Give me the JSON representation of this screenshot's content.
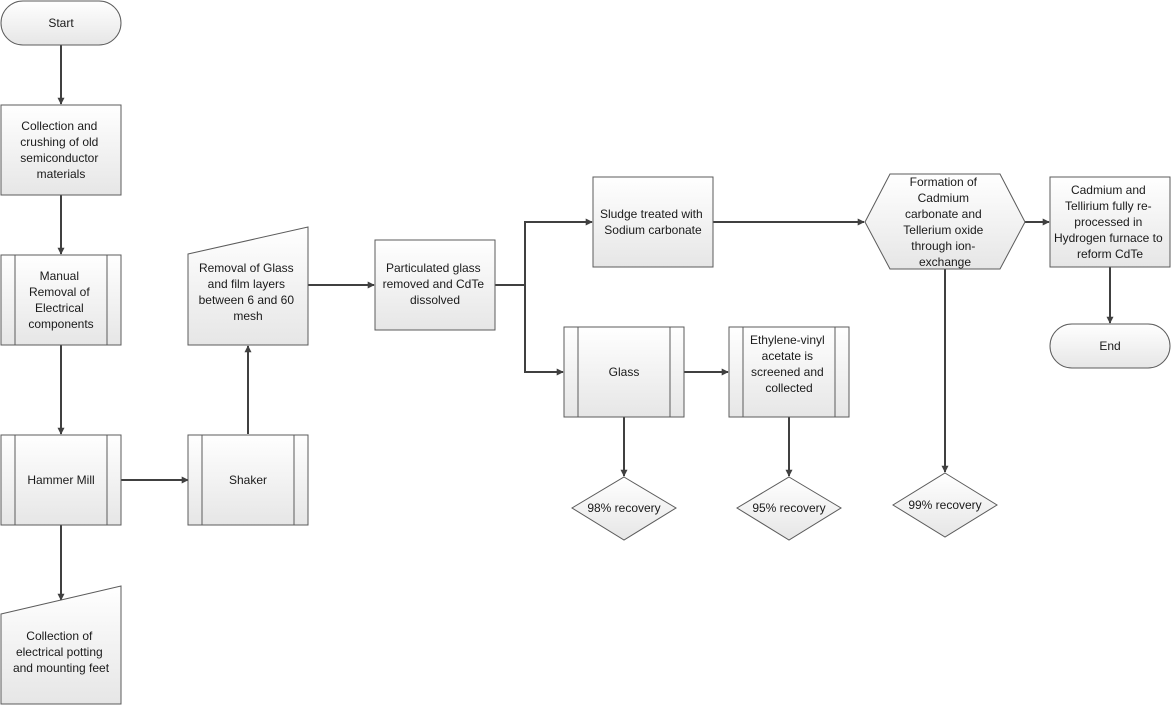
{
  "nodes": {
    "start": {
      "text": "Start"
    },
    "collection": {
      "text": [
        "Collection and",
        "crushing of old",
        "semiconductor",
        "materials"
      ]
    },
    "manual_removal": {
      "text": [
        "Manual",
        "Removal of",
        "Electrical",
        "components"
      ]
    },
    "hammer_mill": {
      "text": "Hammer Mill"
    },
    "potting": {
      "text": [
        "Collection of",
        "electrical potting",
        "and mounting feet"
      ]
    },
    "shaker": {
      "text": "Shaker"
    },
    "removal_glass": {
      "text": [
        "Removal of Glass",
        "and film layers",
        "between 6 and 60",
        "mesh"
      ]
    },
    "particulated": {
      "text": [
        "Particulated glass",
        "removed and CdTe",
        "dissolved"
      ]
    },
    "sludge": {
      "text": [
        "Sludge treated with",
        "Sodium carbonate"
      ]
    },
    "glass": {
      "text": "Glass"
    },
    "eva": {
      "text": [
        "Ethylene-vinyl",
        "acetate is",
        "screened and",
        "collected"
      ]
    },
    "formation": {
      "text": [
        "Formation of",
        "Cadmium",
        "carbonate and",
        "Tellerium oxide",
        "through ion-",
        "exchange"
      ]
    },
    "reprocess": {
      "text": [
        "Cadmium and",
        "Tellirium fully re-",
        "processed in",
        "Hydrogen furnace to",
        "reform CdTe"
      ]
    },
    "end": {
      "text": "End"
    },
    "recovery_glass": {
      "text": "98% recovery"
    },
    "recovery_eva": {
      "text": "95% recovery"
    },
    "recovery_formation": {
      "text": "99% recovery"
    }
  }
}
